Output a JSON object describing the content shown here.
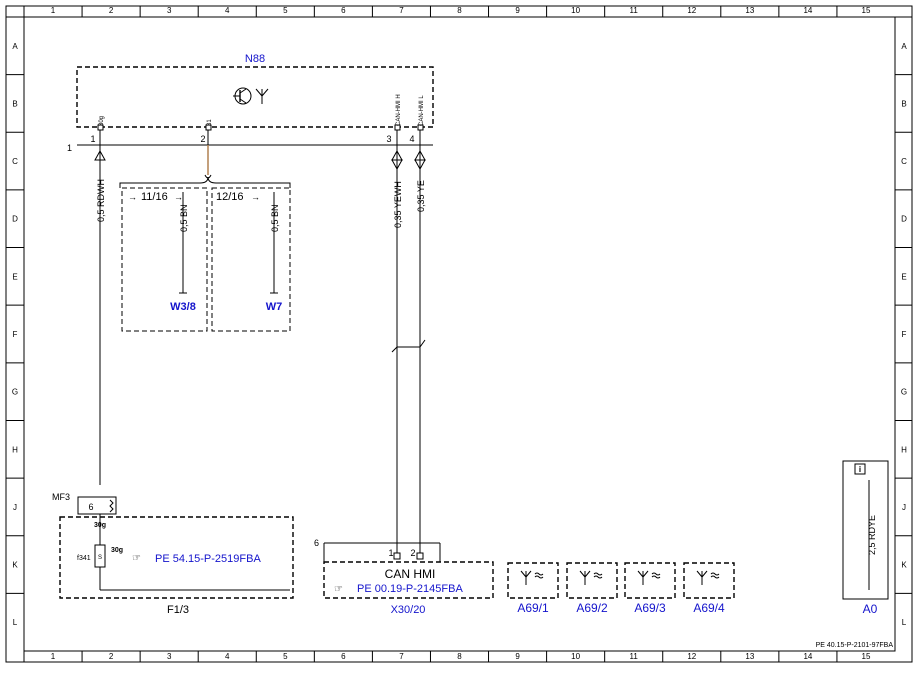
{
  "grid": {
    "columns": [
      "1",
      "2",
      "3",
      "4",
      "5",
      "6",
      "7",
      "8",
      "9",
      "10",
      "11",
      "12",
      "13",
      "14",
      "15"
    ],
    "rows": [
      "A",
      "B",
      "C",
      "D",
      "E",
      "F",
      "G",
      "H",
      "J",
      "K",
      "L"
    ]
  },
  "colors": {
    "component_blue": "#1414cc",
    "bn_wire": "#b08050"
  },
  "n88": {
    "name": "N88",
    "pins": [
      "30g",
      "31",
      "CAN-HMI H",
      "CAN-HMI L"
    ],
    "pin_numbers": [
      "1",
      "2",
      "3",
      "4"
    ],
    "wire_ref": "1"
  },
  "wires": {
    "rdwh": "0,5 RDWH",
    "yewh": "0,35 YEWH",
    "ye": "0,35 YE",
    "bn1": "0,5 BN",
    "bn2": "0,5 BN"
  },
  "ground_refs": [
    {
      "ref": "11/16",
      "target": "W3/8"
    },
    {
      "ref": "12/16",
      "target": "W7"
    }
  ],
  "fuse_box": {
    "conn": "MF3",
    "conn_pin": "6",
    "pin_label": "30g",
    "fuse": "f341",
    "fuse_letter": "S",
    "fuse_pin": "30g",
    "ref": "PE 54.15-P-2519FBA",
    "name": "F1/3"
  },
  "can_box": {
    "wire_ref": "6",
    "pins": [
      "1",
      "2"
    ],
    "title": "CAN HMI",
    "ref": "PE 00.19-P-2145FBA",
    "name": "X30/20"
  },
  "antennas": [
    "A69/1",
    "A69/2",
    "A69/3",
    "A69/4"
  ],
  "legend": {
    "info": "i",
    "wire": "2,5 RDYE",
    "name": "A0"
  },
  "footer": "PE 40.15-P-2101-97FBA"
}
